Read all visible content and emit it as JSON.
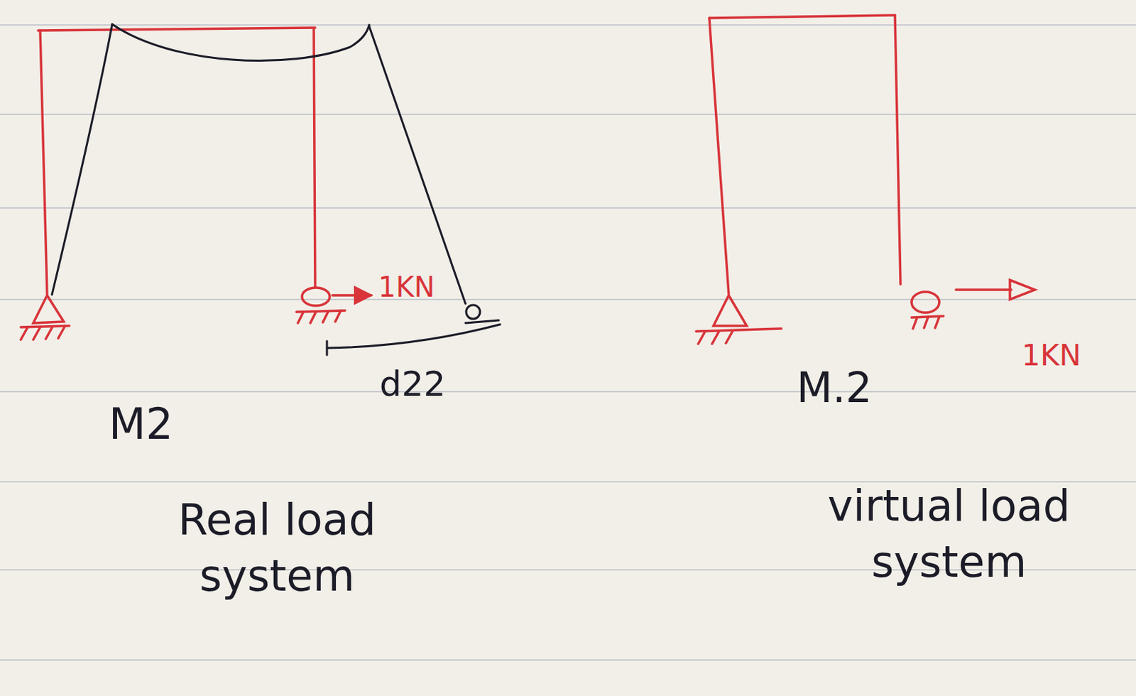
{
  "diagram": {
    "labels": [
      "1KN",
      "d22",
      "M2",
      "Real load system",
      "1KN",
      "M.2",
      "virtual load system"
    ]
  }
}
